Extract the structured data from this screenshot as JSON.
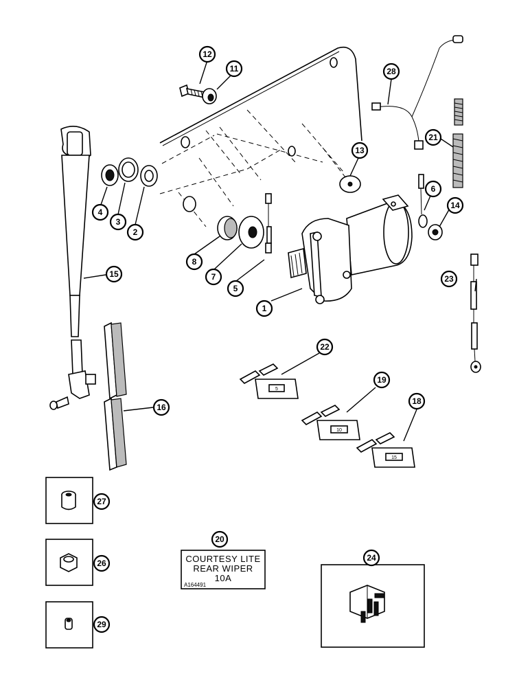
{
  "callouts": {
    "c1": "1",
    "c2": "2",
    "c3": "3",
    "c4": "4",
    "c5": "5",
    "c6": "6",
    "c7": "7",
    "c8": "8",
    "c11": "11",
    "c12": "12",
    "c13": "13",
    "c14": "14",
    "c15": "15",
    "c16": "16",
    "c18": "18",
    "c19": "19",
    "c20": "20",
    "c21": "21",
    "c22": "22",
    "c23": "23",
    "c24": "24",
    "c26": "26",
    "c27": "27",
    "c28": "28",
    "c29": "29"
  },
  "decal": {
    "line1": "COURTESY LITE",
    "line2": "REAR WIPER",
    "line3": "10A",
    "code": "A164491"
  },
  "fuses": {
    "f22": "5",
    "f19": "10",
    "f18": "15"
  }
}
